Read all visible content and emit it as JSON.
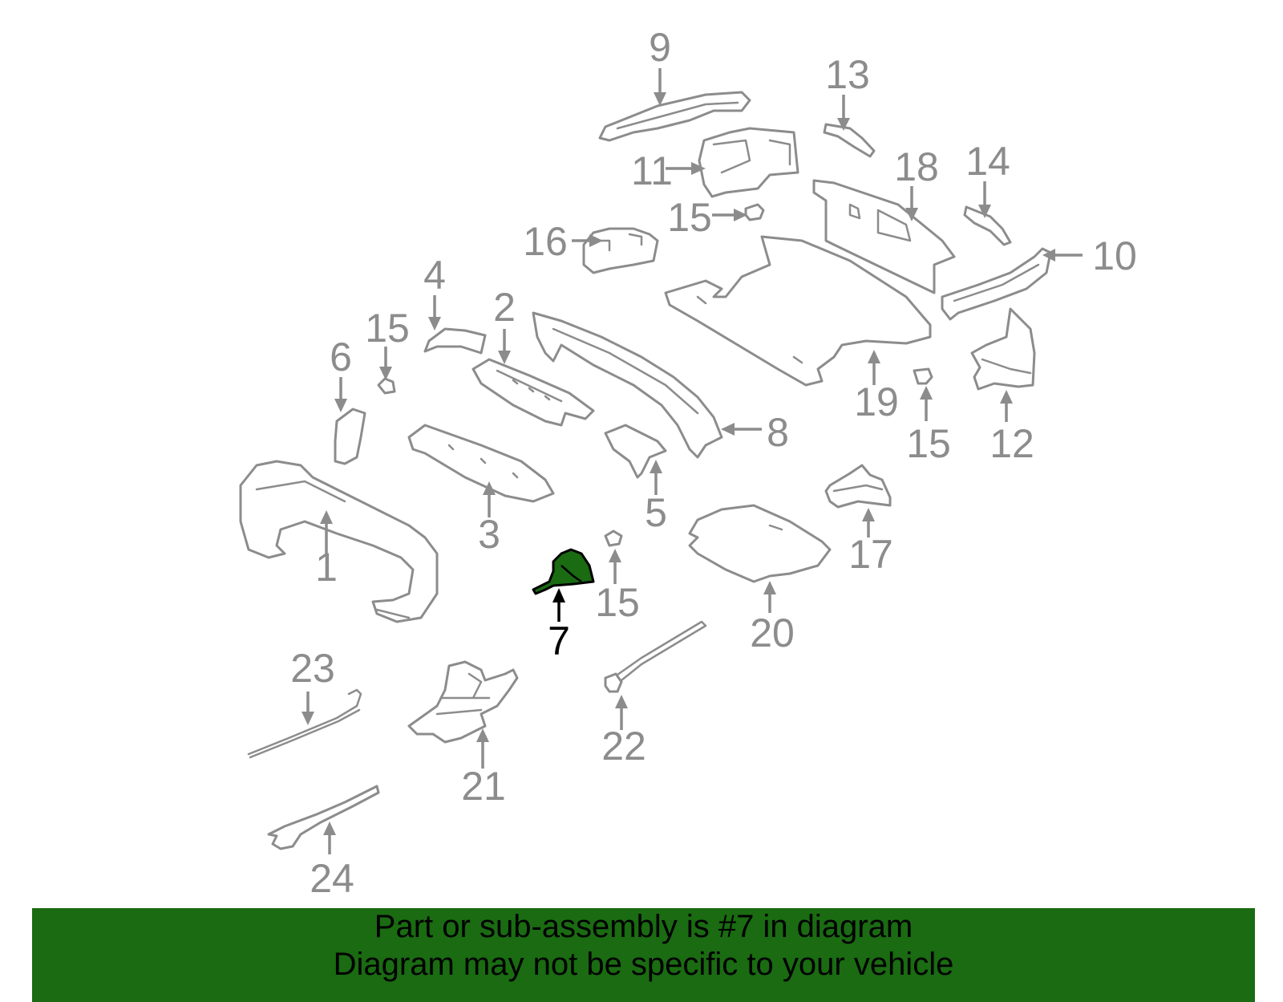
{
  "colors": {
    "highlight": "#1a6b12",
    "parts": "#8c8c8c",
    "banner": "#1a6b12"
  },
  "callouts": [
    {
      "id": "1",
      "label": "1"
    },
    {
      "id": "2",
      "label": "2"
    },
    {
      "id": "3",
      "label": "3"
    },
    {
      "id": "4",
      "label": "4"
    },
    {
      "id": "5",
      "label": "5"
    },
    {
      "id": "6",
      "label": "6"
    },
    {
      "id": "7",
      "label": "7",
      "highlighted": true
    },
    {
      "id": "8",
      "label": "8"
    },
    {
      "id": "9",
      "label": "9"
    },
    {
      "id": "10",
      "label": "10"
    },
    {
      "id": "11",
      "label": "11"
    },
    {
      "id": "12",
      "label": "12"
    },
    {
      "id": "13",
      "label": "13"
    },
    {
      "id": "14",
      "label": "14"
    },
    {
      "id": "15a",
      "label": "15"
    },
    {
      "id": "15b",
      "label": "15"
    },
    {
      "id": "15c",
      "label": "15"
    },
    {
      "id": "15d",
      "label": "15"
    },
    {
      "id": "16",
      "label": "16"
    },
    {
      "id": "17",
      "label": "17"
    },
    {
      "id": "18",
      "label": "18"
    },
    {
      "id": "19",
      "label": "19"
    },
    {
      "id": "20",
      "label": "20"
    },
    {
      "id": "21",
      "label": "21"
    },
    {
      "id": "22",
      "label": "22"
    },
    {
      "id": "23",
      "label": "23"
    },
    {
      "id": "24",
      "label": "24"
    }
  ],
  "banner": {
    "line1": "Part or sub-assembly is #7 in diagram",
    "line2": "Diagram may not be specific to your vehicle"
  }
}
